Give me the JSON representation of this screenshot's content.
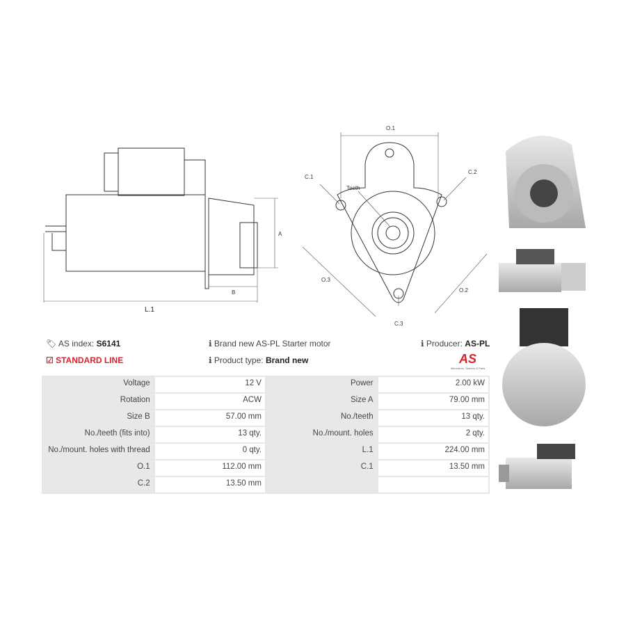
{
  "drawing": {
    "labels": {
      "a": "A",
      "b": "B",
      "l1": "L.1",
      "o1": "O.1",
      "o2": "O.2",
      "o3": "O.3",
      "c1": "C.1",
      "c2": "C.2",
      "c3": "C.3",
      "teeth": "Teeth"
    }
  },
  "info": {
    "as_index_label": "AS index:",
    "as_index_value": "S6141",
    "line": "STANDARD LINE",
    "description": "Brand new AS-PL Starter motor",
    "product_type_label": "Product type:",
    "product_type_value": "Brand new",
    "producer_label": "Producer:",
    "producer_value": "AS-PL",
    "logo_text": "AS",
    "logo_tagline": "Alternators, Starters & Parts"
  },
  "specs": [
    [
      "Voltage",
      "12 V",
      "Power",
      "2.00 kW"
    ],
    [
      "Rotation",
      "ACW",
      "Size A",
      "79.00 mm"
    ],
    [
      "Size B",
      "57.00 mm",
      "No./teeth",
      "13 qty."
    ],
    [
      "No./teeth (fits into)",
      "13 qty.",
      "No./mount. holes",
      "2 qty."
    ],
    [
      "No./mount. holes with thread",
      "0 qty.",
      "L.1",
      "224.00 mm"
    ],
    [
      "O.1",
      "112.00 mm",
      "C.1",
      "13.50 mm"
    ],
    [
      "C.2",
      "13.50 mm",
      "",
      ""
    ]
  ],
  "colors": {
    "accent": "#d9232d",
    "table_label_bg": "#e8e8e8"
  }
}
